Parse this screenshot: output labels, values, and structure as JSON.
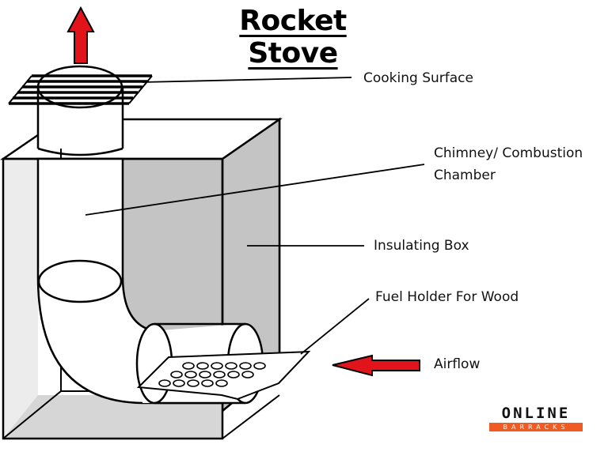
{
  "title": "Rocket Stove",
  "labels": {
    "cooking_surface": "Cooking Surface",
    "chimney_line1": "Chimney/ Combustion",
    "chimney_line2": "Chamber",
    "insulating_box": "Insulating Box",
    "fuel_holder": "Fuel Holder For Wood",
    "airflow": "Airflow"
  },
  "logo": {
    "top": "ONLINE",
    "bottom": "BARRACKS",
    "accent": "#f05a23"
  },
  "colors": {
    "arrow": "#e2141b",
    "box_shade": "#c4c4c4",
    "box_light": "#ececec",
    "outline": "#000000"
  }
}
